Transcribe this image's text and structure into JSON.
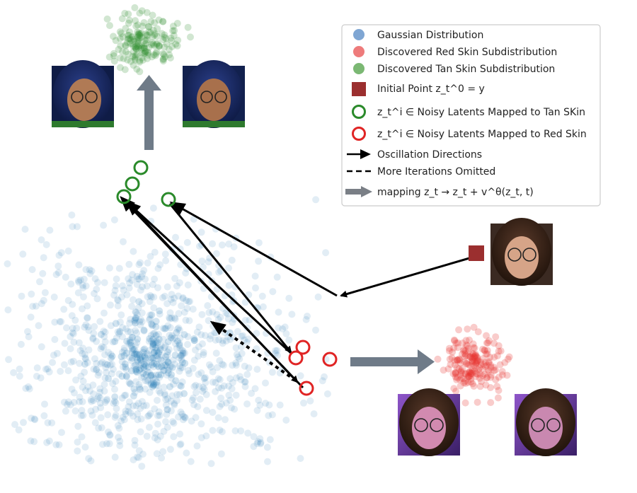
{
  "legend": {
    "items": [
      {
        "marker": "circle-filled",
        "color": "#7fa6d3",
        "text": "Gaussian Distribution"
      },
      {
        "marker": "circle-filled",
        "color": "#ee7b7b",
        "text": "Discovered Red Skin Subdistribution"
      },
      {
        "marker": "circle-filled",
        "color": "#7bb873",
        "text": "Discovered Tan Skin Subdistribution"
      },
      {
        "marker": "square",
        "color": "#9b2f2f",
        "text": "Initial Point z_t^0 = y"
      },
      {
        "marker": "circle-ring",
        "color": "#2a8a2a",
        "text": "z_t^i ∈ Noisy Latents Mapped to Tan SKin"
      },
      {
        "marker": "circle-ring",
        "color": "#e02424",
        "text": "z_t^i ∈ Noisy Latents Mapped to Red Skin"
      },
      {
        "marker": "arrow-black",
        "color": "#000000",
        "text": "Oscillation Directions"
      },
      {
        "marker": "dashed-line",
        "color": "#000000",
        "text": "More Iterations Omitted"
      },
      {
        "marker": "arrow-grey",
        "color": "#7a7f86",
        "text": "mapping z_t → z_t + v^θ(z_t, t)"
      }
    ]
  },
  "colors": {
    "gaussian": "#1f77b4",
    "red": "#e8352e",
    "tan": "#2e8b2e",
    "initial": "#9b2f2f",
    "mapping_arrow": "#6f7b88",
    "oscillation": "#000000"
  },
  "icons": {
    "face_photo": "portrait-photo-icon"
  }
}
